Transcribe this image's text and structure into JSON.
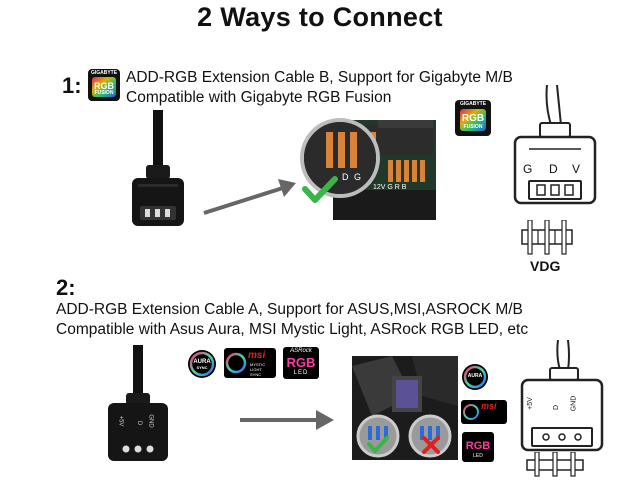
{
  "title": "2 Ways to Connect",
  "section1": {
    "number": "1:",
    "line1": "ADD-RGB Extension Cable B, Support for Gigabyte M/B",
    "line2": "Compatible with Gigabyte RGB Fusion",
    "logo_brand": "GIGABYTE",
    "logo_line1": "RGB",
    "logo_line2": "FUSION",
    "pin_labels": [
      "V",
      "D",
      "G"
    ],
    "board_pin_labels": [
      "D",
      "G"
    ],
    "board_header_text": "12V G R B",
    "pin_caption": "VDG"
  },
  "section2": {
    "number": "2:",
    "line1": "ADD-RGB Extension Cable A, Support for ASUS,MSI,ASROCK M/B",
    "line2": "Compatible with Asus Aura, MSI Mystic Light, ASRock RGB LED, etc",
    "aura_text": "AURA",
    "aura_sub": "SYNC",
    "msi_text": "msi",
    "msi_sub1": "MYSTIC",
    "msi_sub2": "LIGHT",
    "msi_sub3": "SYNC",
    "asrock_text": "ASRock",
    "asrock_rgb": "RGB",
    "asrock_led": "LED",
    "pin_labels": [
      "+5V",
      "D",
      "GND"
    ]
  },
  "colors": {
    "green_check": "#3ab54a",
    "red_x": "#e02020",
    "arrow": "#666666",
    "board_green": "#1f3b2a"
  },
  "icons": [
    "arrow-right-icon",
    "check-icon",
    "cross-icon"
  ]
}
